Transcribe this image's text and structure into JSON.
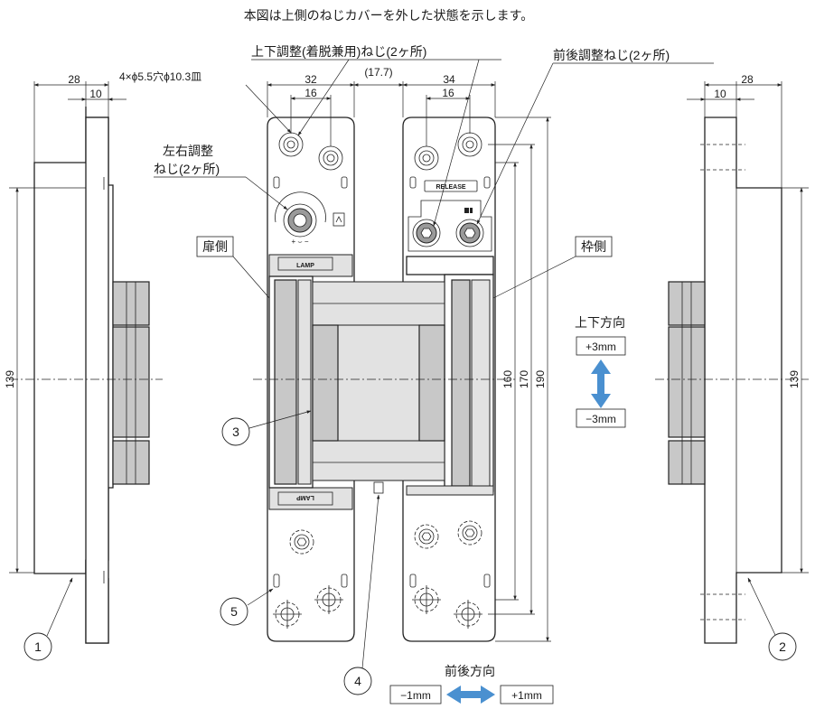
{
  "note": "本図は上側のねじカバーを外した状態を示します。",
  "labels": {
    "vertical_screw": "上下調整(着脱兼用)ねじ(2ヶ所)",
    "depth_screw": "前後調整ねじ(2ヶ所)",
    "holes": "4×ϕ5.5穴ϕ10.3皿",
    "lateral_screw_1": "左右調整",
    "lateral_screw_2": "ねじ(2ヶ所)",
    "door_side": "扉側",
    "frame_side": "枠側",
    "vertical_direction": "上下方向",
    "plus3": "+3mm",
    "minus3": "−3mm",
    "depth_direction": "前後方向",
    "minus1": "−1mm",
    "plus1": "+1mm",
    "lamp": "LAMP",
    "release": "RELEASE",
    "lateral_sign": "+ ⌣ −"
  },
  "dimensions": {
    "left_28": "28",
    "left_10": "10",
    "left_139": "139",
    "d32": "32",
    "d16a": "16",
    "d17_7": "(17.7)",
    "d34": "34",
    "d16b": "16",
    "d160": "160",
    "d170": "170",
    "d190": "190",
    "right_28": "28",
    "right_10": "10",
    "right_139": "139"
  },
  "callouts": [
    "1",
    "2",
    "3",
    "4",
    "5"
  ],
  "colors": {
    "arrow_blue": "#4a90d0",
    "part_gray": "#c8c8c8"
  }
}
